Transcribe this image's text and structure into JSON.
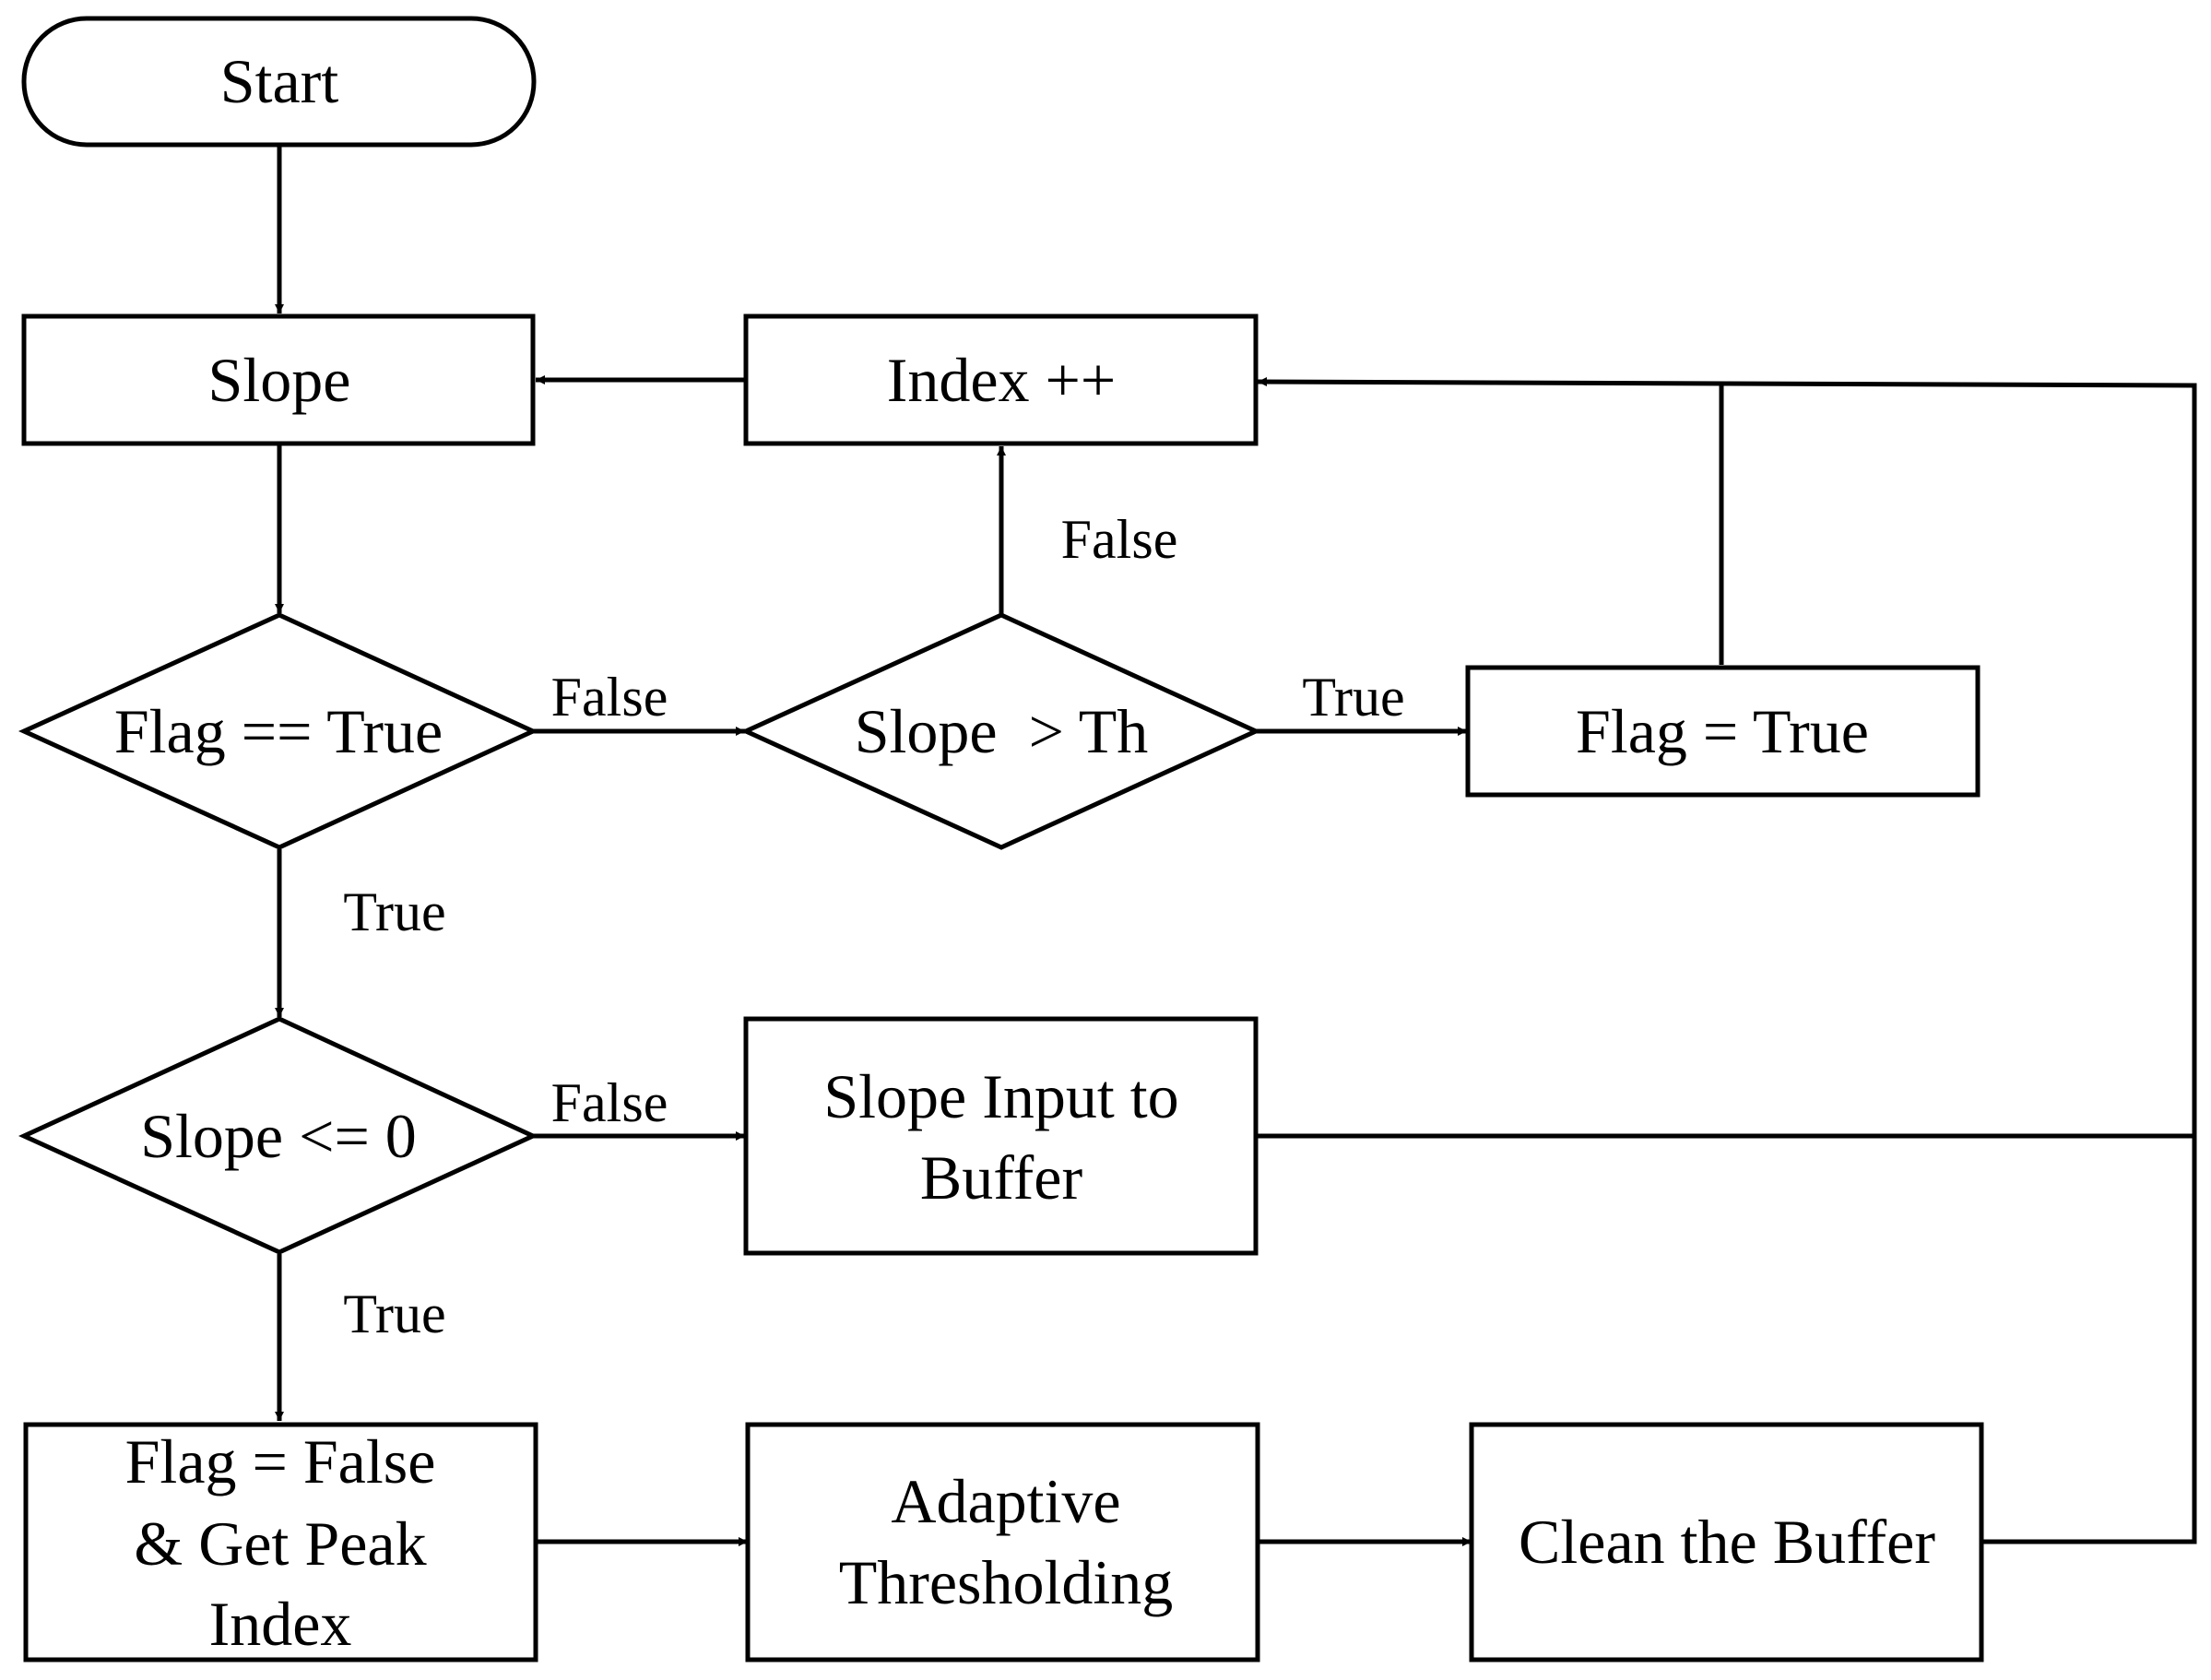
{
  "diagram": {
    "nodes": {
      "start": "Start",
      "slope": "Slope",
      "index_inc": "Index ++",
      "flag_check": "Flag == True",
      "slope_gt_th": "Slope  > Th",
      "flag_set_true": "Flag = True",
      "slope_le_zero": "Slope <= 0",
      "buffer_input": [
        "Slope Input to",
        "Buffer"
      ],
      "flag_false_peak": [
        "Flag = False",
        "& Get Peak",
        "Index"
      ],
      "adaptive": [
        "Adaptive",
        "Thresholding"
      ],
      "clean_buffer": "Clean the Buffer"
    },
    "edge_labels": {
      "flag_check_false": "False",
      "slope_gt_th_false": "False",
      "slope_gt_th_true": "True",
      "flag_check_true": "True",
      "slope_le_zero_false": "False",
      "slope_le_zero_true": "True"
    },
    "colors": {
      "stroke": "#000000",
      "background": "#ffffff"
    }
  }
}
